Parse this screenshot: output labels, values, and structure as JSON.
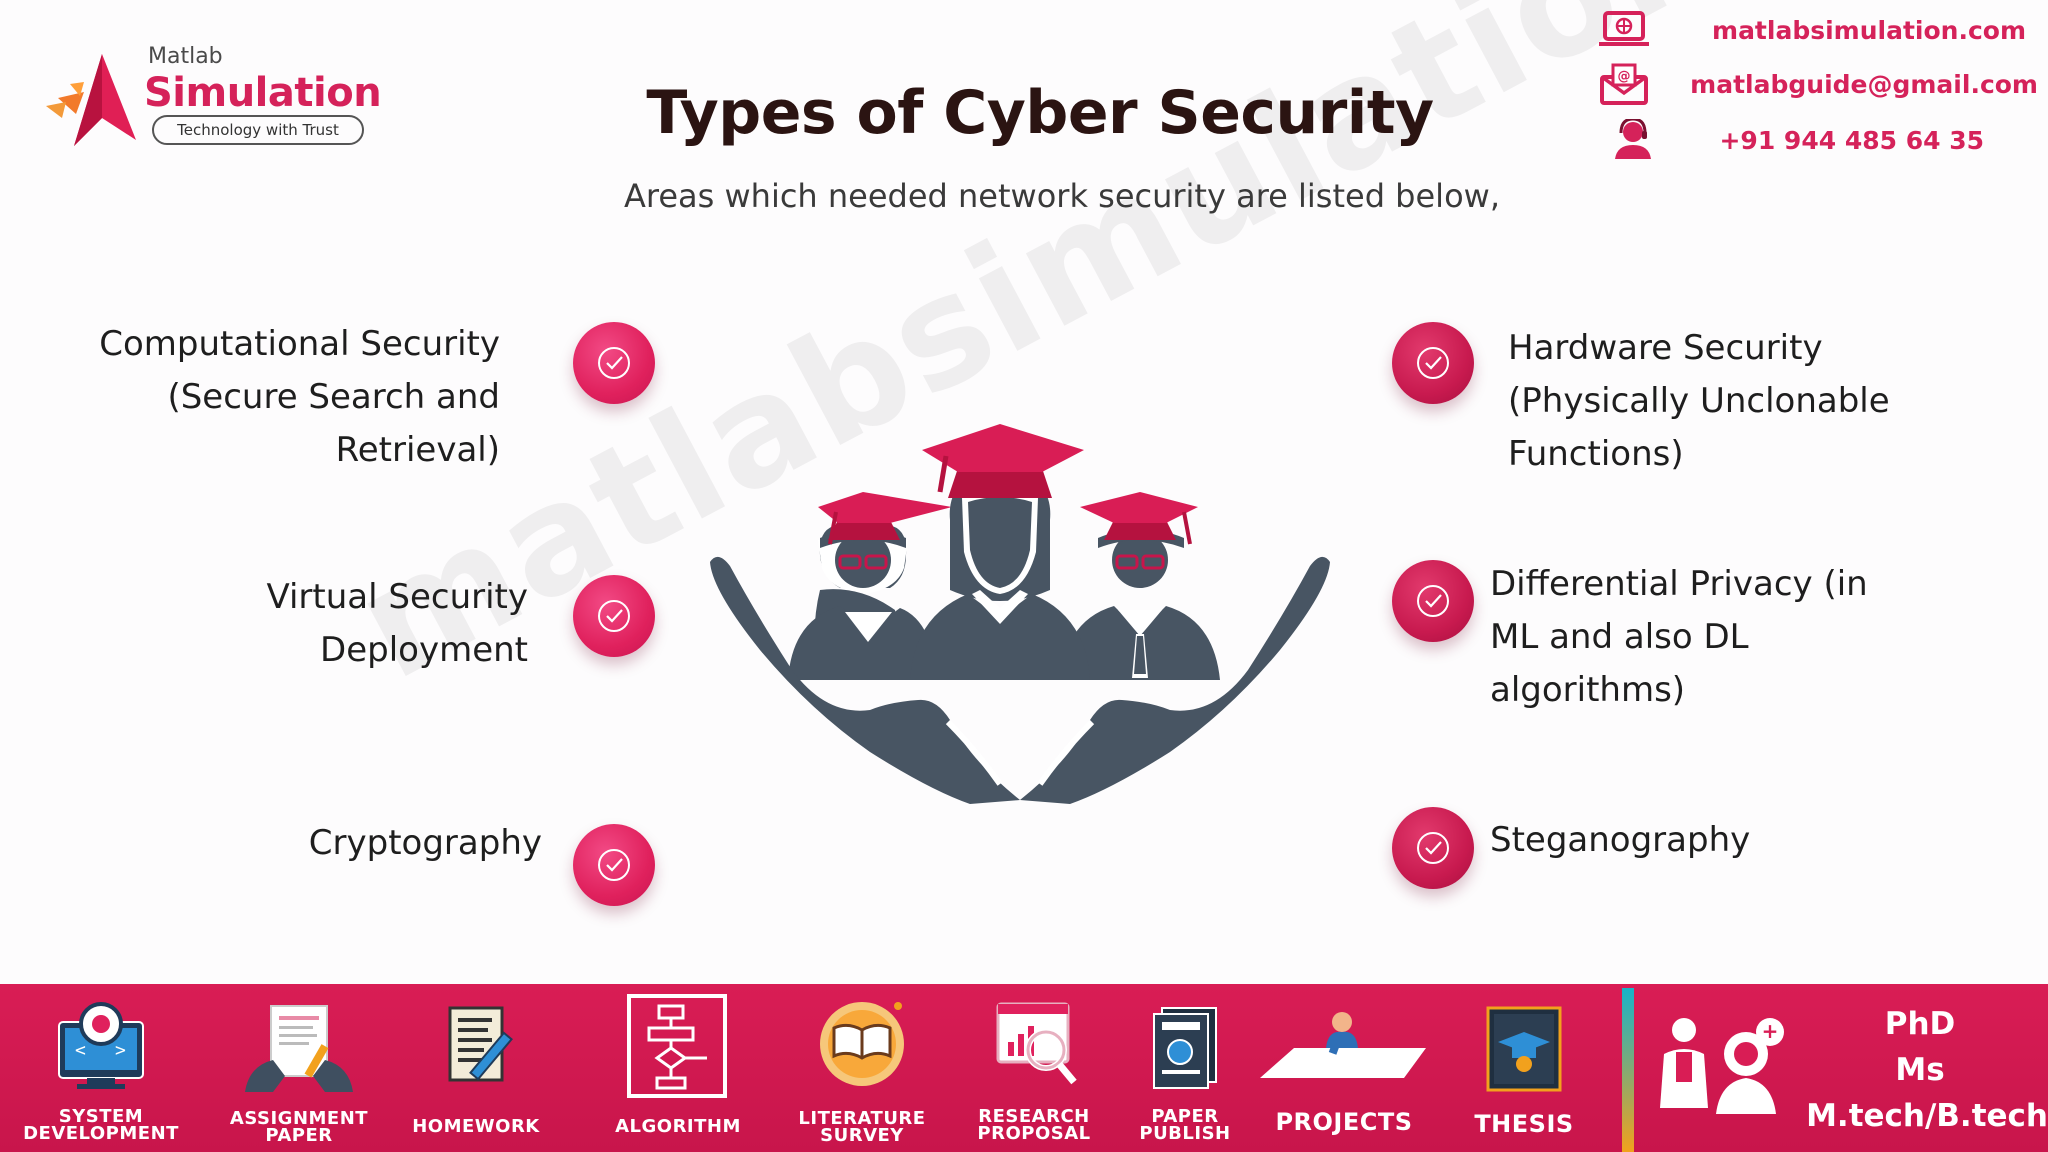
{
  "header": {
    "logo": {
      "top": "Matlab",
      "main": "Simulation",
      "tagline": "Technology with Trust"
    },
    "title": "Types of Cyber Security",
    "subtitle": "Areas which needed network security are listed below,"
  },
  "contact": {
    "website": "matlabsimulation.com",
    "email": "matlabguide@gmail.com",
    "phone": "+91 944 485 64 35",
    "icons": [
      "website-icon",
      "email-icon",
      "phone-support-icon"
    ]
  },
  "watermark": "matlabsimulation.com",
  "left_items": [
    {
      "lines": [
        "Computational Security",
        "(Secure Search and",
        "Retrieval)"
      ]
    },
    {
      "lines": [
        "Virtual Security",
        "Deployment"
      ]
    },
    {
      "lines": [
        "Cryptography"
      ]
    }
  ],
  "right_items": [
    {
      "lines": [
        "Hardware Security",
        "(Physically Unclonable",
        "Functions)"
      ]
    },
    {
      "lines": [
        "Differential Privacy (in",
        "ML and also DL",
        "algorithms)"
      ]
    },
    {
      "lines": [
        "Steganography"
      ]
    }
  ],
  "colors": {
    "accent": "#d91d55",
    "illustration": "#485563",
    "cap": "#c8154b",
    "title": "#2b1412"
  },
  "footer": {
    "items": [
      {
        "lines": [
          "SYSTEM",
          "DEVELOPMENT"
        ],
        "icon": "system-development-icon"
      },
      {
        "lines": [
          "ASSIGNMENT",
          "PAPER"
        ],
        "icon": "assignment-paper-icon"
      },
      {
        "lines": [
          "HOMEWORK"
        ],
        "icon": "homework-icon"
      },
      {
        "lines": [
          "ALGORITHM"
        ],
        "icon": "algorithm-icon"
      },
      {
        "lines": [
          "LITERATURE",
          "SURVEY"
        ],
        "icon": "literature-survey-icon"
      },
      {
        "lines": [
          "RESEARCH",
          "PROPOSAL"
        ],
        "icon": "research-proposal-icon"
      },
      {
        "lines": [
          "PAPER",
          "PUBLISH"
        ],
        "icon": "paper-publish-icon"
      },
      {
        "lines": [
          "PROJECTS"
        ],
        "icon": "projects-icon"
      },
      {
        "lines": [
          "THESIS"
        ],
        "icon": "thesis-icon"
      }
    ],
    "degrees": [
      "PhD",
      "Ms",
      "M.tech/B.tech"
    ]
  }
}
